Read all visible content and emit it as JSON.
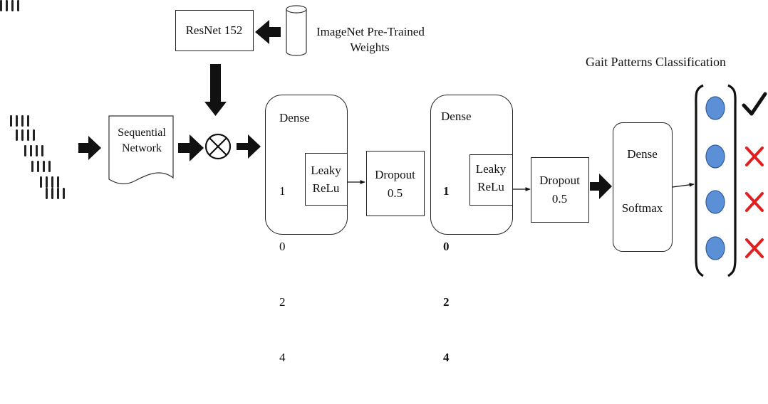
{
  "resnet": {
    "label": "ResNet 152"
  },
  "imagenet": {
    "line1": "ImageNet Pre-Trained",
    "line2": "Weights"
  },
  "sequential": {
    "line1": "Sequential",
    "line2": "Network"
  },
  "dense1": {
    "title": "Dense",
    "d1": "1",
    "d2": "0",
    "d3": "2",
    "d4": "4",
    "act_line1": "Leaky",
    "act_line2": "ReLu"
  },
  "dropout1": {
    "line1": "Dropout",
    "line2": "0.5"
  },
  "dense2": {
    "title": "Dense",
    "d1": "1",
    "d2": "0",
    "d3": "2",
    "d4": "4",
    "act_line1": "Leaky",
    "act_line2": "ReLu"
  },
  "dropout2": {
    "line1": "Dropout",
    "line2": "0.5"
  },
  "dense3": {
    "line1": "Dense",
    "line2": "Softmax"
  },
  "classification": {
    "title": "Gait Patterns Classification"
  },
  "outputs": [
    {
      "mark": "check",
      "color": "#111111"
    },
    {
      "mark": "cross",
      "color": "#e02020"
    },
    {
      "mark": "cross",
      "color": "#e02020"
    },
    {
      "mark": "cross",
      "color": "#e02020"
    }
  ],
  "colors": {
    "node_fill": "#5b8fd6",
    "node_stroke": "#2f5f9e",
    "arrow": "#111111",
    "cross": "#e02020"
  }
}
